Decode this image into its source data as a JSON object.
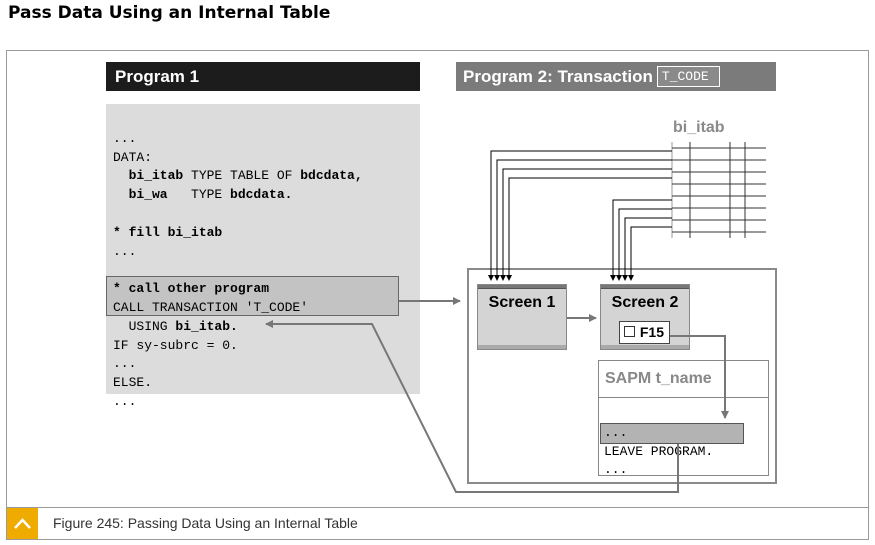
{
  "page_title": "Pass Data Using an Internal Table",
  "program1": {
    "header": "Program 1",
    "code": {
      "l1": "...",
      "l2": "DATA:",
      "l3a": "  bi_itab",
      "l3b": " TYPE TABLE OF ",
      "l3c": "bdcdata,",
      "l4a": "  bi_wa",
      "l4b": "   TYPE ",
      "l4c": "bdcdata.",
      "l5": "* fill bi_itab",
      "l6": "...",
      "l7": "* call other program",
      "l8": "CALL TRANSACTION 'T_CODE'",
      "l9a": "  USING ",
      "l9b": "bi_itab.",
      "l10": "IF sy-subrc = 0.",
      "l11": "...",
      "l12": "ELSE.",
      "l13": "..."
    }
  },
  "program2": {
    "header": "Program 2: Transaction",
    "tcode": "T_CODE",
    "table_label": "bi_itab",
    "screen1": "Screen 1",
    "screen2": "Screen 2",
    "f15_label": "F15",
    "sapm": {
      "title": "SAPM t_name",
      "l1": "...",
      "l2": "LEAVE PROGRAM.",
      "l3": "..."
    }
  },
  "caption": "Figure 245: Passing Data Using an Internal Table"
}
